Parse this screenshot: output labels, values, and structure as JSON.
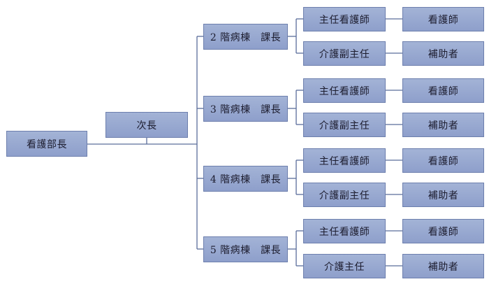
{
  "root": "看護部長",
  "deputy": "次長",
  "wards": [
    {
      "label": "2 階病棟　課長",
      "roles": [
        {
          "title": "主任看護師",
          "staff": "看護師"
        },
        {
          "title": "介護副主任",
          "staff": "補助者"
        }
      ]
    },
    {
      "label": "3 階病棟　課長",
      "roles": [
        {
          "title": "主任看護師",
          "staff": "看護師"
        },
        {
          "title": "介護副主任",
          "staff": "補助者"
        }
      ]
    },
    {
      "label": "4 階病棟　課長",
      "roles": [
        {
          "title": "主任看護師",
          "staff": "看護師"
        },
        {
          "title": "介護副主任",
          "staff": "補助者"
        }
      ]
    },
    {
      "label": "5 階病棟　課長",
      "roles": [
        {
          "title": "主任看護師",
          "staff": "看護師"
        },
        {
          "title": "介護主任",
          "staff": "補助者"
        }
      ]
    }
  ],
  "colors": {
    "box": "#97a7cf",
    "border": "#6d7fad",
    "line": "#5a6d9a"
  }
}
